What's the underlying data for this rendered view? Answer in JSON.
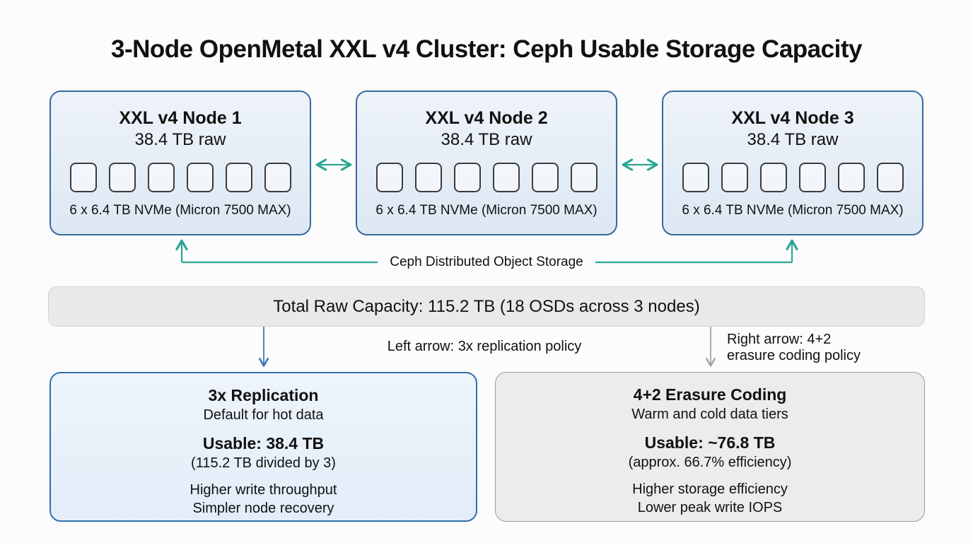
{
  "title": "3-Node OpenMetal XXL v4 Cluster: Ceph Usable Storage Capacity",
  "nodes": [
    {
      "title": "XXL v4 Node 1",
      "raw": "38.4 TB raw",
      "drives_label": "6 x 6.4 TB NVMe (Micron 7500 MAX)",
      "drive_count": 6
    },
    {
      "title": "XXL v4 Node 2",
      "raw": "38.4 TB raw",
      "drives_label": "6 x 6.4 TB NVMe (Micron 7500 MAX)",
      "drive_count": 6
    },
    {
      "title": "XXL v4 Node 3",
      "raw": "38.4 TB raw",
      "drives_label": "6 x 6.4 TB NVMe (Micron 7500 MAX)",
      "drive_count": 6
    }
  ],
  "ceph_connector_label": "Ceph Distributed Object Storage",
  "total_bar_label": "Total Raw Capacity: 115.2 TB (18 OSDs across 3 nodes)",
  "arrow_labels": {
    "left": "Left arrow: 3x replication policy",
    "right_line1": "Right arrow: 4+2",
    "right_line2": "erasure coding policy"
  },
  "policies": [
    {
      "title": "3x Replication",
      "subtitle": "Default for hot data",
      "usable": "Usable: 38.4 TB",
      "usable_note": "(115.2 TB divided by 3)",
      "benefit1": "Higher write throughput",
      "benefit2": "Simpler node recovery"
    },
    {
      "title": "4+2 Erasure Coding",
      "subtitle": "Warm and cold data tiers",
      "usable": "Usable: ~76.8 TB",
      "usable_note": "(approx. 66.7% efficiency)",
      "benefit1": "Higher storage efficiency",
      "benefit2": "Lower peak write IOPS"
    }
  ],
  "colors": {
    "node_border": "#38699f",
    "node_fill": "#e4edf6",
    "teal_accent": "#2aa692",
    "replication_arrow_blue": "#3b79b5",
    "erasure_arrow_gray": "#a6a6a6",
    "total_bar_fill": "#e9e9e9",
    "replication_box_fill": "#e9f2fb",
    "replication_box_border": "#2f70ae",
    "erasure_box_fill": "#ecedeb",
    "erasure_box_border": "#9a9a9a"
  }
}
